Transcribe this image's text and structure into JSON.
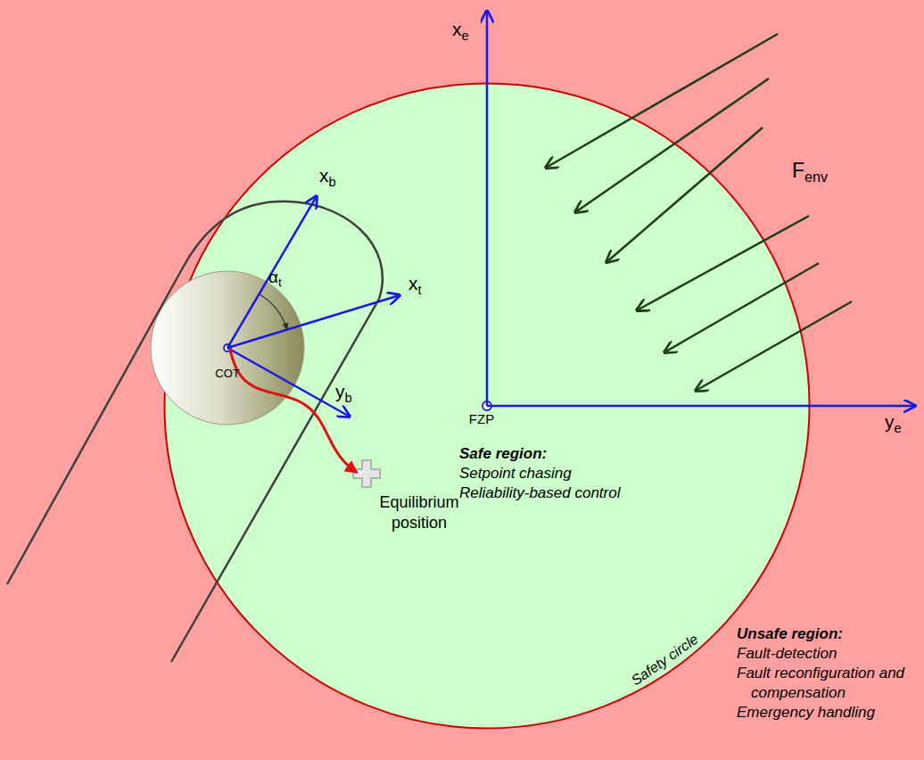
{
  "diagram": {
    "nodes": [
      {
        "text": [
          "Unsafe region:",
          "Fault-detection",
          "Fault reconfiguration and compensation",
          "Emergency handling"
        ]
      },
      {
        "text": [
          "Safe region:",
          "Setpoint chasing",
          "Reliability-based control",
          "Safety circle"
        ],
        "in": 0
      },
      {
        "text": [
          "COT"
        ],
        "in": 1
      },
      {
        "text": [
          "FZP"
        ],
        "in": 1
      },
      {
        "text": [
          "Equilibrium position"
        ],
        "in": 1
      }
    ],
    "edges": [
      {
        "from": 2,
        "to": 4,
        "arrow": "to"
      }
    ],
    "labels": [
      "xe",
      "ye",
      "xb",
      "xt",
      "yb",
      "αt",
      "Fenv"
    ]
  }
}
